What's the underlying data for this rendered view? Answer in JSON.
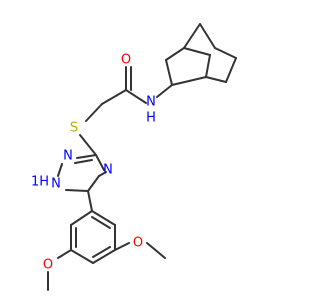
{
  "molecule": {
    "atoms": {
      "o_carbonyl": {
        "text": "O",
        "color": "#ff0000"
      },
      "n_amide": {
        "text": "N",
        "color": "#0000ff"
      },
      "h_amide": {
        "text": "H",
        "color": "#0000ff"
      },
      "s_thioether": {
        "text": "S",
        "color": "#b2b200"
      },
      "n_ring_top_left": {
        "text": "N",
        "color": "#0000ff"
      },
      "n_ring_right": {
        "text": "N",
        "color": "#0000ff"
      },
      "h_ring": {
        "text": "1H",
        "color": "#0000ff"
      },
      "n_ring_nh": {
        "text": "N",
        "color": "#0000ff"
      },
      "o_methoxy_left": {
        "text": "O",
        "color": "#ff0000"
      },
      "o_methoxy_right": {
        "text": "O",
        "color": "#ff0000"
      }
    }
  }
}
